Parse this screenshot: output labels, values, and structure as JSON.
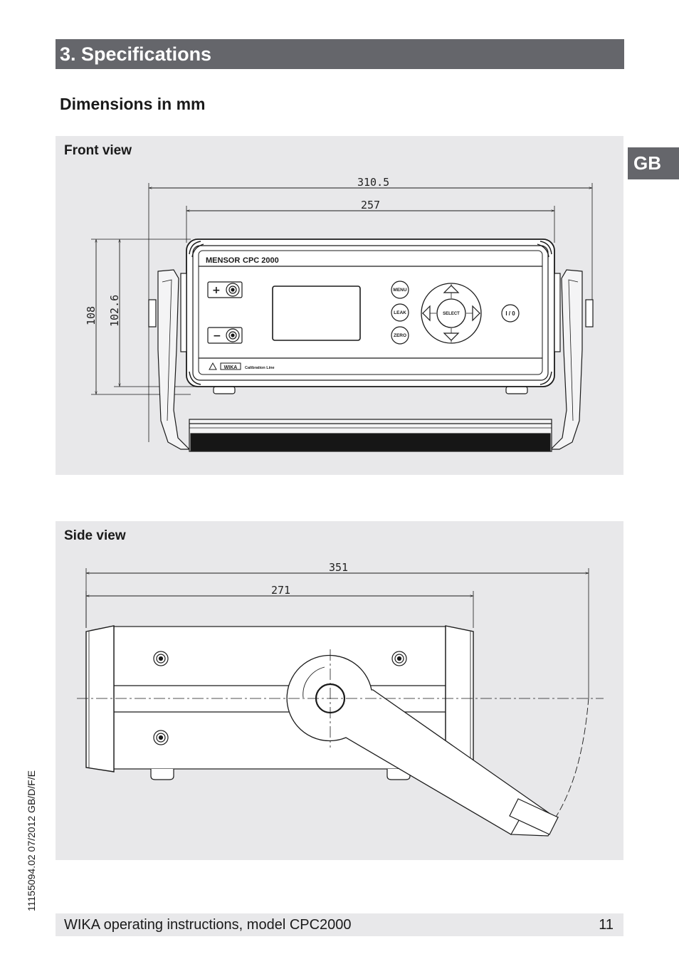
{
  "section": {
    "title": "3. Specifications"
  },
  "language_tab": "GB",
  "subheading": "Dimensions in mm",
  "front_view": {
    "title": "Front view",
    "dimensions": {
      "overall_width": "310.5",
      "body_width": "257",
      "overall_height": "108",
      "body_height": "102.6"
    },
    "device": {
      "brand": "MENSOR",
      "model": "CPC 2000",
      "bottom_text": "Calibration Line",
      "logo": "WIKA",
      "port_plus": "+",
      "port_minus": "−",
      "buttons": {
        "menu": "MENU",
        "leak": "LEAK",
        "zero": "ZERO",
        "select": "SELECT",
        "power": "I / 0"
      }
    }
  },
  "side_view": {
    "title": "Side view",
    "dimensions": {
      "overall_length": "351",
      "body_length": "271"
    }
  },
  "footer": {
    "text": "WIKA operating instructions, model CPC2000",
    "page_number": "11"
  },
  "document_code": "11155094.02 07/2012 GB/D/F/E"
}
